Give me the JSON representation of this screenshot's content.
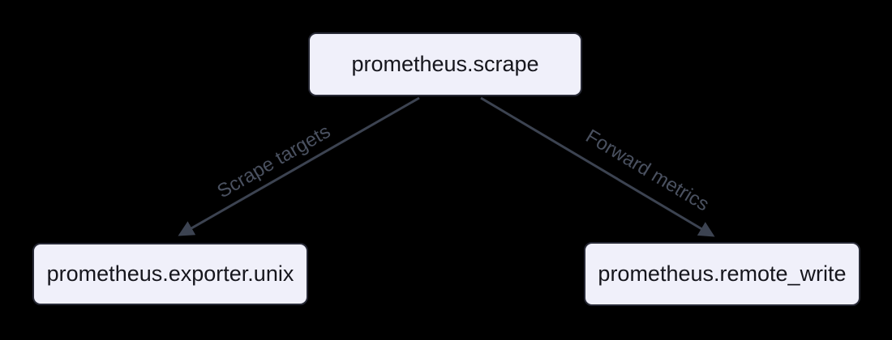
{
  "diagram": {
    "background_color": "#000000",
    "node_fill_color": "#f0f0fa",
    "node_border_color": "#272935",
    "node_text_color": "#16161d",
    "edge_color": "#3c4351",
    "edge_label_color": "#4a5160",
    "nodes": [
      {
        "id": "scrape",
        "label": "prometheus.scrape"
      },
      {
        "id": "exporter_unix",
        "label": "prometheus.exporter.unix"
      },
      {
        "id": "remote_write",
        "label": "prometheus.remote_write"
      }
    ],
    "edges": [
      {
        "from": "scrape",
        "to": "exporter_unix",
        "label": "Scrape targets"
      },
      {
        "from": "scrape",
        "to": "remote_write",
        "label": "Forward metrics"
      }
    ]
  }
}
